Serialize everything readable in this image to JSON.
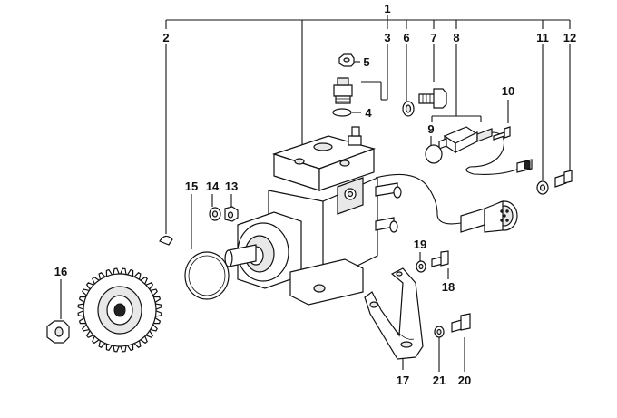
{
  "labels": [
    {
      "id": "1",
      "text": "1"
    },
    {
      "id": "2",
      "text": "2"
    },
    {
      "id": "3",
      "text": "3"
    },
    {
      "id": "4",
      "text": "4"
    },
    {
      "id": "5",
      "text": "5"
    },
    {
      "id": "6",
      "text": "6"
    },
    {
      "id": "7",
      "text": "7"
    },
    {
      "id": "8",
      "text": "8"
    },
    {
      "id": "9",
      "text": "9"
    },
    {
      "id": "10",
      "text": "10"
    },
    {
      "id": "11",
      "text": "11"
    },
    {
      "id": "12",
      "text": "12"
    },
    {
      "id": "13",
      "text": "13"
    },
    {
      "id": "14",
      "text": "14"
    },
    {
      "id": "15",
      "text": "15"
    },
    {
      "id": "16",
      "text": "16"
    },
    {
      "id": "17",
      "text": "17"
    },
    {
      "id": "18",
      "text": "18"
    },
    {
      "id": "19",
      "text": "19"
    },
    {
      "id": "20",
      "text": "20"
    },
    {
      "id": "21",
      "text": "21"
    }
  ]
}
